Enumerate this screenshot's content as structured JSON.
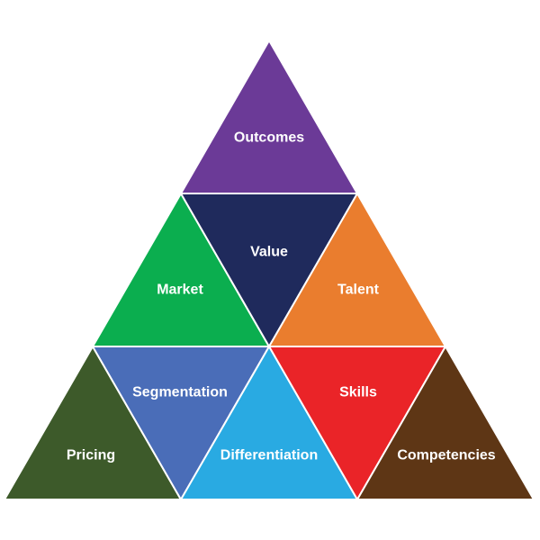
{
  "pyramid": {
    "segments": [
      {
        "label": "Outcomes",
        "color": "#6B3A97"
      },
      {
        "label": "Market",
        "color": "#0BAE4F"
      },
      {
        "label": "Value",
        "color": "#1F2A5C"
      },
      {
        "label": "Talent",
        "color": "#EA7D2E"
      },
      {
        "label": "Pricing",
        "color": "#3D5A2A"
      },
      {
        "label": "Segmentation",
        "color": "#4A6DB8"
      },
      {
        "label": "Differentiation",
        "color": "#29AAE2"
      },
      {
        "label": "Skills",
        "color": "#EA2428"
      },
      {
        "label": "Competencies",
        "color": "#5E3615"
      }
    ]
  }
}
